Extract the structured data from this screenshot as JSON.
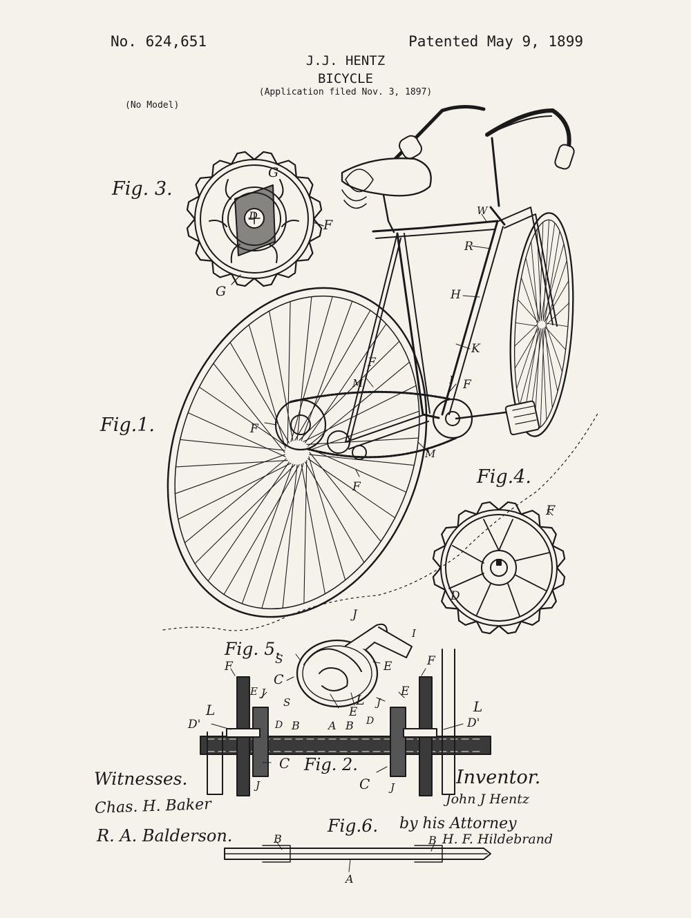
{
  "header": {
    "patent_number": "No. 624,651",
    "patent_date": "Patented May 9, 1899",
    "inventor": "J.J. HENTZ",
    "subject": "BICYCLE",
    "filed": "(Application filed Nov. 3, 1897)",
    "model_note": "(No Model)"
  },
  "figures": {
    "fig1": "Fig.1.",
    "fig2": "Fig. 2.",
    "fig3": "Fig. 3.",
    "fig4": "Fig.4.",
    "fig5": "Fig. 5.",
    "fig6": "Fig.6."
  },
  "signatures": {
    "witnesses_heading": "Witnesses.",
    "witness_1": "Chas. H. Baker",
    "witness_2": "R. A. Balderson.",
    "inventor_heading": "Inventor.",
    "inventor_signature": "John J Hentz",
    "attorney_line": "by his Attorney",
    "attorney_signature": "H. F. Hildebrand"
  },
  "part_labels": {
    "A": "A",
    "B": "B",
    "C": "C",
    "D": "D",
    "D_prime": "D'",
    "E": "E",
    "F": "F",
    "G": "G",
    "H": "H",
    "I": "I",
    "J": "J",
    "K": "K",
    "L": "L",
    "M": "M",
    "R": "R",
    "S": "S",
    "W": "W"
  },
  "colors": {
    "paper": "#f5f2ec",
    "ink": "#1a1a1a"
  }
}
